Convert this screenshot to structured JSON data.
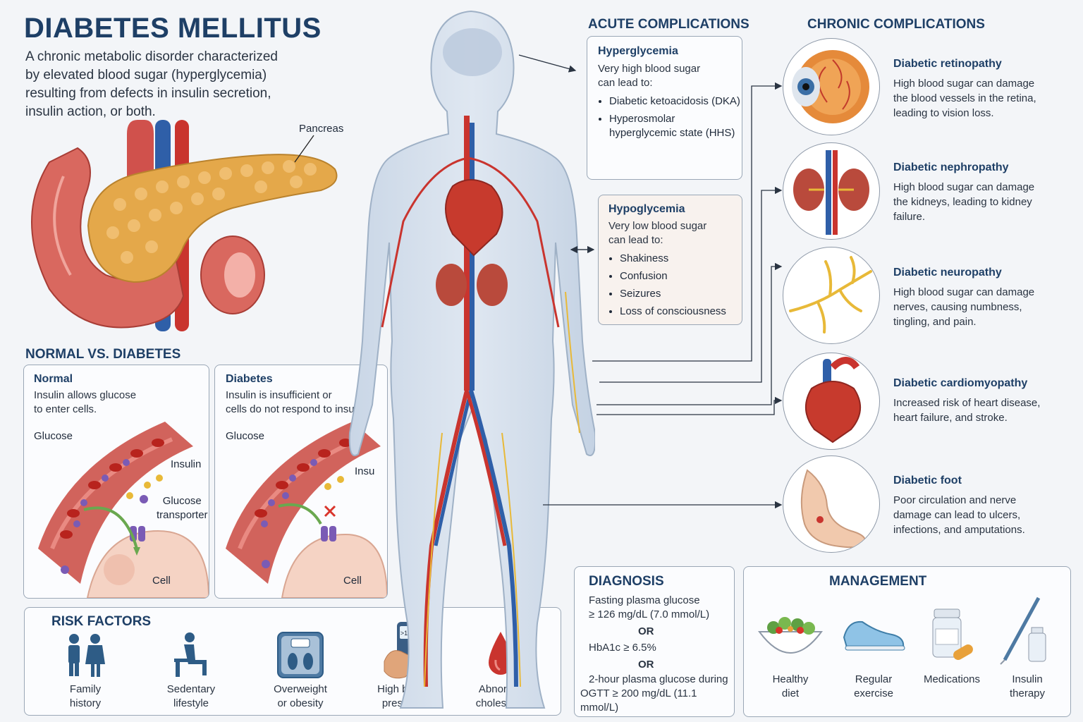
{
  "title": "DIABETES MELLITUS",
  "intro": [
    "A chronic metabolic disorder characterized",
    "by elevated blood sugar (hyperglycemia)",
    "resulting from defects in insulin secretion,",
    "insulin action, or both."
  ],
  "pancreas_label": "Pancreas",
  "normal_vs": {
    "heading": "NORMAL VS. DIABETES",
    "normal": {
      "title": "Normal",
      "text": [
        "Insulin allows glucose",
        "to enter cells."
      ],
      "glucose": "Glucose",
      "insulin": "Insulin",
      "transporter": [
        "Glucose",
        "transporter"
      ],
      "cell": "Cell"
    },
    "diabetes": {
      "title": "Diabetes",
      "text": [
        "Insulin is insufficient or",
        "cells do not respond to insulin."
      ],
      "glucose": "Glucose",
      "insulin": "Insu",
      "cell": "Cell"
    }
  },
  "acute": {
    "heading": "ACUTE COMPLICATIONS",
    "hyper": {
      "title": "Hyperglycemia",
      "text": [
        "Very high blood sugar",
        "can lead to:"
      ],
      "items": [
        "Diabetic ketoacidosis (DKA)",
        "Hyperosmolar hyperglycemic state (HHS)"
      ]
    },
    "hypo": {
      "title": "Hypoglycemia",
      "text": [
        "Very low blood sugar",
        "can lead to:"
      ],
      "items": [
        "Shakiness",
        "Confusion",
        "Seizures",
        "Loss of consciousness"
      ]
    }
  },
  "chronic": {
    "heading": "CHRONIC COMPLICATIONS",
    "items": [
      {
        "title": "Diabetic retinopathy",
        "text": [
          "High blood sugar can damage",
          "the blood vessels in the retina,",
          "leading to vision loss."
        ],
        "icon": "eye-icon"
      },
      {
        "title": "Diabetic nephropathy",
        "text": [
          "High blood sugar can damage",
          "the kidneys, leading to kidney",
          "failure."
        ],
        "icon": "kidneys-icon"
      },
      {
        "title": "Diabetic neuropathy",
        "text": [
          "High blood sugar can damage",
          "nerves, causing numbness,",
          "tingling, and pain."
        ],
        "icon": "nerve-icon"
      },
      {
        "title": "Diabetic cardiomyopathy",
        "text": [
          "Increased risk of heart disease,",
          "heart failure, and stroke."
        ],
        "icon": "heart-icon"
      },
      {
        "title": "Diabetic foot",
        "text": [
          "Poor circulation and nerve",
          "damage can lead to ulcers,",
          "infections, and amputations."
        ],
        "icon": "foot-icon"
      }
    ]
  },
  "risk": {
    "heading": "RISK FACTORS",
    "items": [
      {
        "label": [
          "Family",
          "history"
        ],
        "icon": "family-icon"
      },
      {
        "label": [
          "Sedentary",
          "lifestyle"
        ],
        "icon": "sitting-person-icon"
      },
      {
        "label": [
          "Overweight",
          "or obesity"
        ],
        "icon": "scale-icon"
      },
      {
        "label": [
          "High blood",
          "pressure"
        ],
        "icon": "glucometer-icon",
        "reading": ">126"
      },
      {
        "label": [
          "Abnormal",
          "cholesterol"
        ],
        "icon": "blood-drop-icon"
      }
    ]
  },
  "diagnosis": {
    "heading": "DIAGNOSIS",
    "c1": [
      "Fasting plasma glucose",
      "≥ 126 mg/dL (7.0 mmol/L)"
    ],
    "or": "OR",
    "c2": "HbA1c ≥ 6.5%",
    "c3": [
      "2-hour plasma glucose during",
      "OGTT ≥ 200 mg/dL (11.1 mmol/L)"
    ]
  },
  "management": {
    "heading": "MANAGEMENT",
    "items": [
      {
        "label": [
          "Healthy",
          "diet"
        ],
        "icon": "salad-bowl-icon"
      },
      {
        "label": [
          "Regular",
          "exercise"
        ],
        "icon": "sneakers-icon"
      },
      {
        "label": [
          "Medications"
        ],
        "icon": "pill-bottle-icon"
      },
      {
        "label": [
          "Insulin",
          "therapy"
        ],
        "icon": "insulin-syringe-icon"
      }
    ]
  },
  "colors": {
    "accent": "#1e3f66",
    "artery": "#c9342e",
    "vein": "#2f5fa8",
    "pancreas": "#e4a84a"
  }
}
